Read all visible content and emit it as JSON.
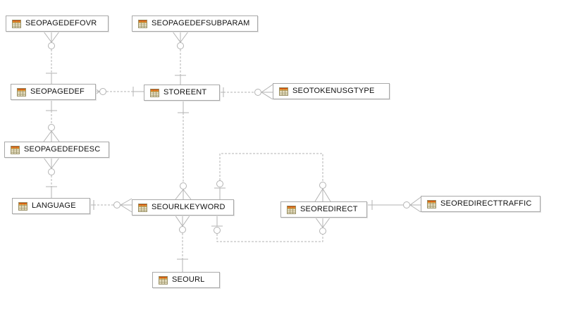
{
  "diagram": {
    "title": "SEO entity relationship diagram",
    "background_color": "#ffffff",
    "connector_color": "#b3b3b3",
    "entity_style": {
      "border_color": "#a9a9a9",
      "fill_color": "#ffffff",
      "text_color": "#111111",
      "icon": "table-icon"
    },
    "icon_colors": {
      "top_bar": "#cc4a02",
      "header_row": "#efa53a",
      "body": "#f3edd2",
      "grid_lines": "#999066"
    }
  },
  "entities": [
    {
      "name": "SEOPAGEDEFOVR"
    },
    {
      "name": "SEOPAGEDEFSUBPARAM"
    },
    {
      "name": "SEOPAGEDEF"
    },
    {
      "name": "STOREENT"
    },
    {
      "name": "SEOTOKENUSGTYPE"
    },
    {
      "name": "SEOPAGEDEFDESC"
    },
    {
      "name": "LANGUAGE"
    },
    {
      "name": "SEOURLKEYWORD"
    },
    {
      "name": "SEOREDIRECT"
    },
    {
      "name": "SEOREDIRECTTRAFFIC"
    },
    {
      "name": "SEOURL"
    }
  ],
  "relationships": [
    {
      "from": "SEOPAGEDEF",
      "to": "SEOPAGEDEFOVR",
      "from_cardinality": "one",
      "to_cardinality": "zero-or-many",
      "line": "dashed"
    },
    {
      "from": "STOREENT",
      "to": "SEOPAGEDEFSUBPARAM",
      "from_cardinality": "one",
      "to_cardinality": "zero-or-many",
      "line": "dashed"
    },
    {
      "from": "STOREENT",
      "to": "SEOPAGEDEF",
      "from_cardinality": "one",
      "to_cardinality": "zero-or-many",
      "line": "dashed"
    },
    {
      "from": "STOREENT",
      "to": "SEOTOKENUSGTYPE",
      "from_cardinality": "one",
      "to_cardinality": "zero-or-many",
      "line": "dashed"
    },
    {
      "from": "SEOPAGEDEF",
      "to": "SEOPAGEDEFDESC",
      "from_cardinality": "one",
      "to_cardinality": "zero-or-many",
      "line": "dashed"
    },
    {
      "from": "LANGUAGE",
      "to": "SEOPAGEDEFDESC",
      "from_cardinality": "one",
      "to_cardinality": "zero-or-many",
      "line": "dashed"
    },
    {
      "from": "LANGUAGE",
      "to": "SEOURLKEYWORD",
      "from_cardinality": "one",
      "to_cardinality": "zero-or-many",
      "line": "dashed"
    },
    {
      "from": "STOREENT",
      "to": "SEOURLKEYWORD",
      "from_cardinality": "one",
      "to_cardinality": "zero-or-many",
      "line": "dashed"
    },
    {
      "from": "SEOURLKEYWORD",
      "to": "SEOREDIRECT",
      "from_cardinality": "zero-or-one",
      "to_cardinality": "zero-or-many",
      "route": "top-elbow",
      "line": "dashed"
    },
    {
      "from": "SEOURLKEYWORD",
      "to": "SEOREDIRECT",
      "from_cardinality": "zero-or-one",
      "to_cardinality": "zero-or-many",
      "route": "bottom-elbow",
      "line": "dashed"
    },
    {
      "from": "SEOURL",
      "to": "SEOURLKEYWORD",
      "from_cardinality": "one",
      "to_cardinality": "zero-or-many",
      "line": "dashed"
    },
    {
      "from": "SEOREDIRECT",
      "to": "SEOREDIRECTTRAFFIC",
      "from_cardinality": "one",
      "to_cardinality": "zero-or-many",
      "line": "solid"
    }
  ]
}
